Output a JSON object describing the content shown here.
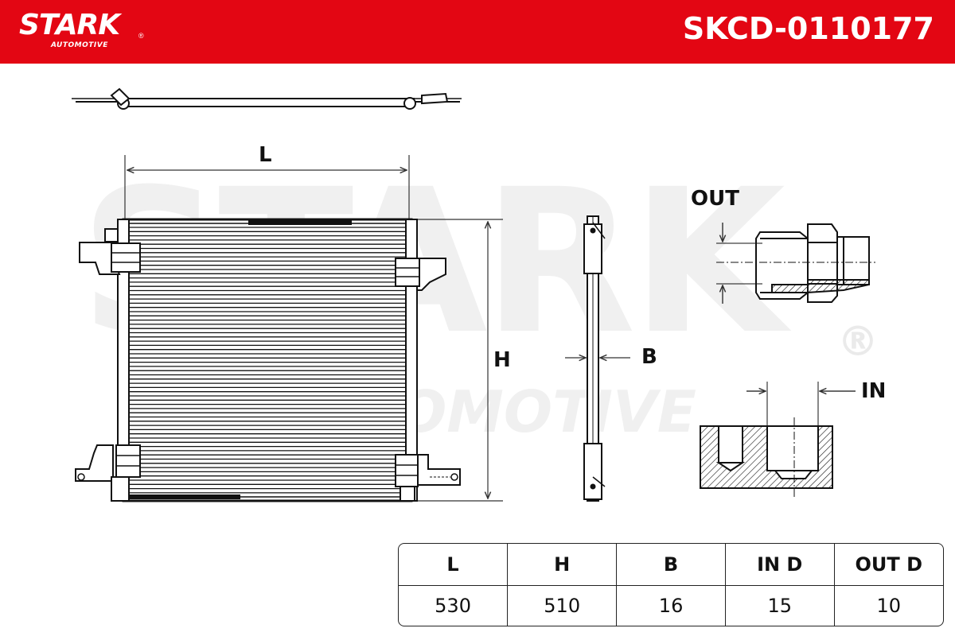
{
  "header": {
    "brand": "STARK",
    "brand_sub": "AUTOMOTIVE",
    "registered_mark": "®",
    "part_number": "SKCD-0110177",
    "background_color": "#e30613"
  },
  "watermark": {
    "main": "STARK",
    "sub": "AUTOMOTIVE",
    "registered_mark": "®"
  },
  "drawing_labels": {
    "length": "L",
    "height": "H",
    "depth": "B",
    "outlet": "OUT",
    "inlet": "IN"
  },
  "dimensions_table": {
    "headers": [
      "L",
      "H",
      "B",
      "IN D",
      "OUT D"
    ],
    "values": [
      "530",
      "510",
      "16",
      "15",
      "10"
    ]
  }
}
